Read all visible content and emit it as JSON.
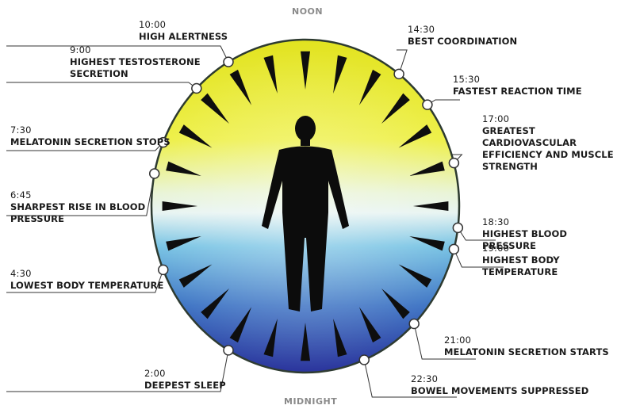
{
  "noon_label": "NOON",
  "midnight_label": "MIDNIGHT",
  "colors": {
    "day": "#f0ec2a",
    "mid": "#e6f0f0",
    "night": "#2c3e9c",
    "tick": "#111111",
    "rim": "#2a3a2a"
  },
  "events": [
    {
      "time": "10:00",
      "text": "HIGH ALERTNESS"
    },
    {
      "time": "14:30",
      "text": "BEST COORDINATION"
    },
    {
      "time": "9:00",
      "text": "HIGHEST TESTOSTERONE\nSECRETION"
    },
    {
      "time": "15:30",
      "text": "FASTEST REACTION TIME"
    },
    {
      "time": "7:30",
      "text": "MELATONIN SECRETION STOPS"
    },
    {
      "time": "17:00",
      "text": "GREATEST CARDIOVASCULAR\nEFFICIENCY AND MUSCLE\nSTRENGTH"
    },
    {
      "time": "6:45",
      "text": "SHARPEST RISE IN BLOOD\nPRESSURE"
    },
    {
      "time": "18:30",
      "text": "HIGHEST BLOOD PRESSURE"
    },
    {
      "time": "19:00",
      "text": "HIGHEST BODY TEMPERATURE"
    },
    {
      "time": "4:30",
      "text": "LOWEST BODY TEMPERATURE"
    },
    {
      "time": "21:00",
      "text": "MELATONIN SECRETION STARTS"
    },
    {
      "time": "2:00",
      "text": "DEEPEST SLEEP"
    },
    {
      "time": "22:30",
      "text": "BOWEL MOVEMENTS SUPPRESSED"
    }
  ]
}
